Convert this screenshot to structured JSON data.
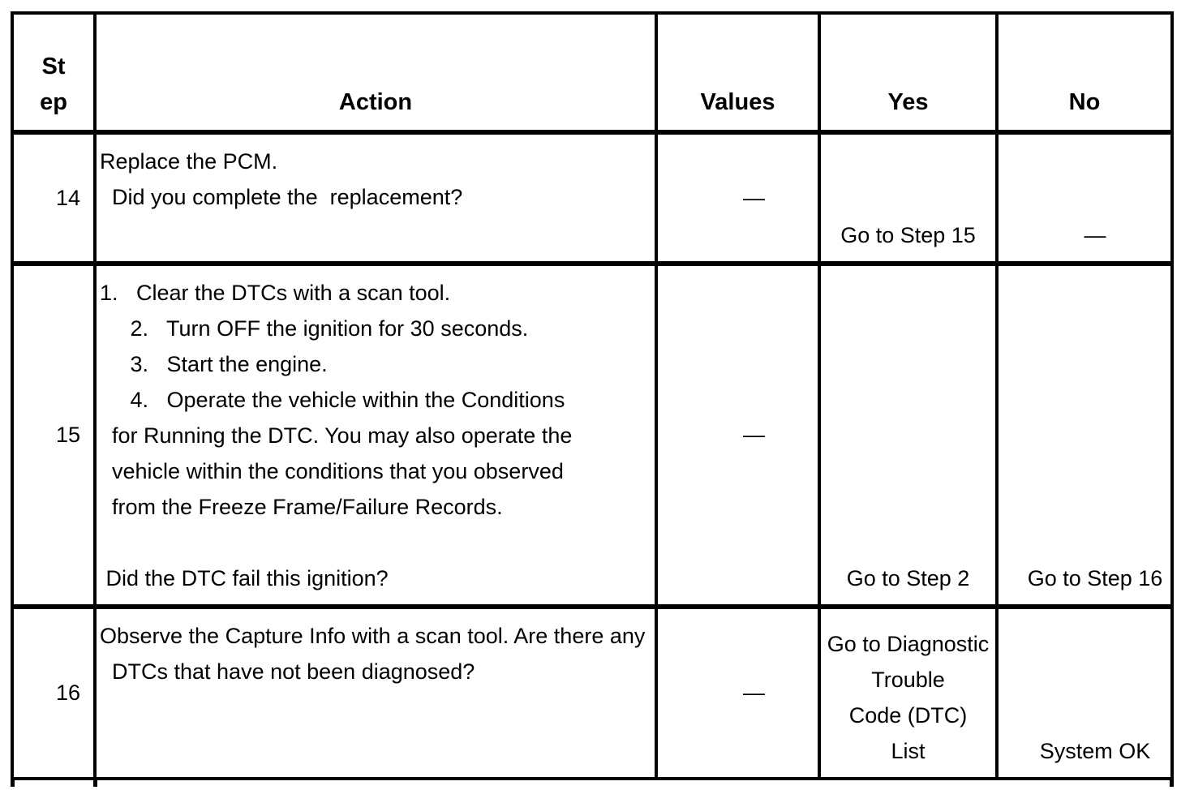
{
  "page": {
    "background": "#ffffff",
    "text_color": "#000000"
  },
  "table": {
    "headers": {
      "step": "St\nep",
      "action": "Action",
      "values": "Values",
      "yes": "Yes",
      "no": "No"
    },
    "rows": [
      {
        "step": "14",
        "action": "Replace the PCM.\n  Did you complete the  replacement?",
        "values": "—",
        "yes": "Go to Step 15",
        "no": "—"
      },
      {
        "step": "15",
        "action": "1.   Clear the DTCs with a scan tool.\n     2.   Turn OFF the ignition for 30 seconds.\n     3.   Start the engine.\n     4.   Operate the vehicle within the Conditions\n  for Running the DTC. You may also operate the\n  vehicle within the conditions that you observed\n  from the Freeze Frame/Failure Records.\n\n Did the DTC fail this ignition?",
        "values": "—",
        "yes": "Go to Step 2",
        "no": "Go to Step 16"
      },
      {
        "step": "16",
        "action": "Observe the Capture Info with a scan tool. Are there any\n  DTCs that have not been diagnosed?",
        "values": "—",
        "yes": "Go to Diagnostic\nTrouble\nCode (DTC)\nList",
        "no": "System OK"
      }
    ]
  }
}
